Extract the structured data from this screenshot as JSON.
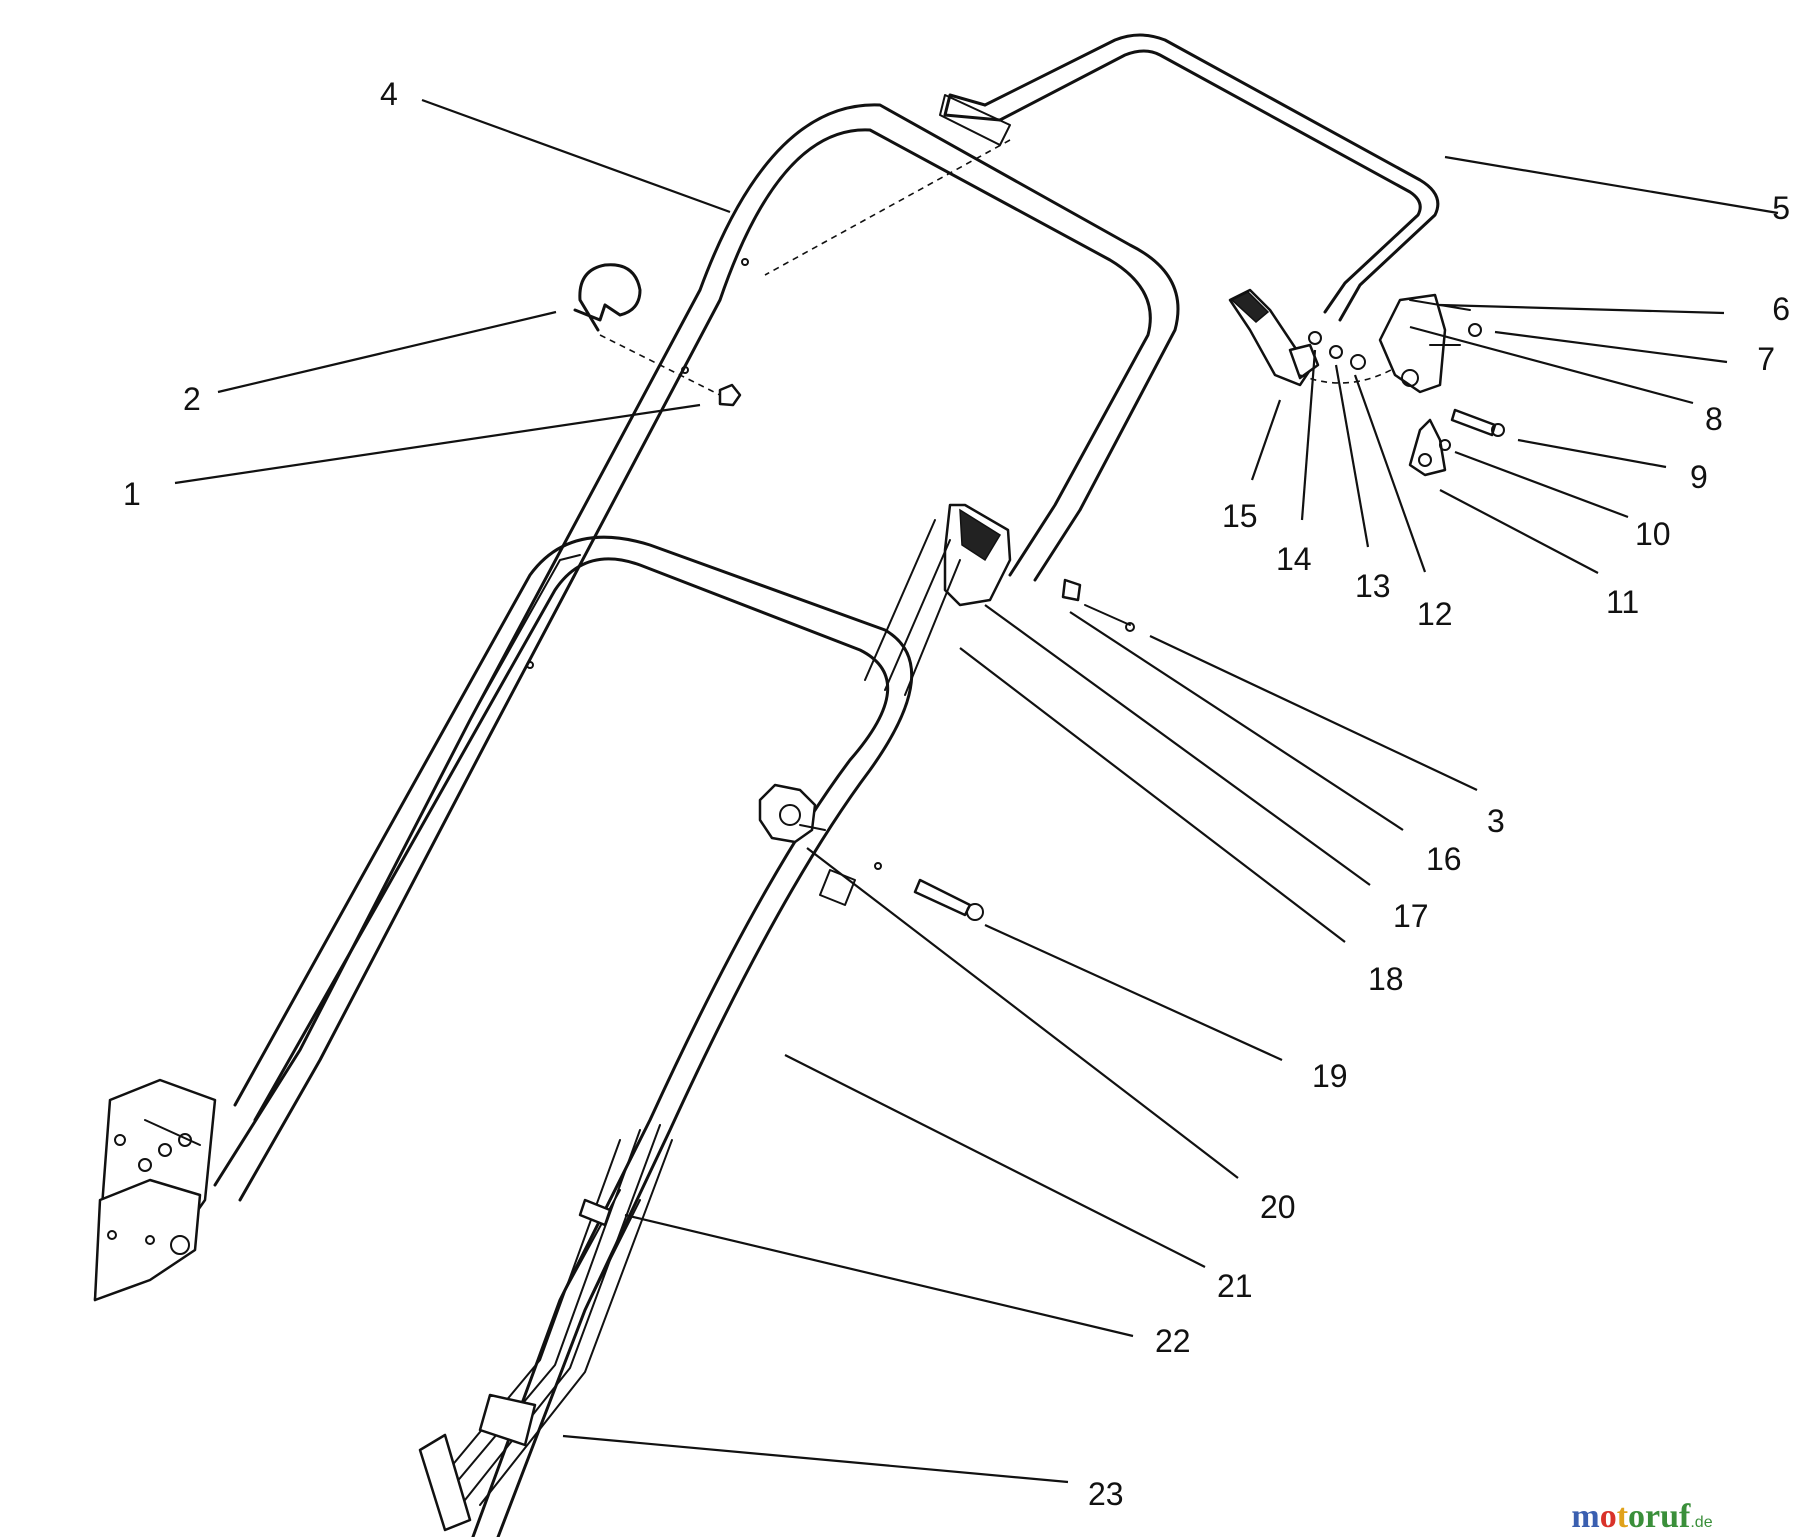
{
  "diagram": {
    "callouts": [
      "1",
      "2",
      "3",
      "4",
      "5",
      "6",
      "7",
      "8",
      "9",
      "10",
      "11",
      "12",
      "13",
      "14",
      "15",
      "16",
      "17",
      "18",
      "19",
      "20",
      "21",
      "22",
      "23"
    ]
  },
  "watermark": {
    "text": "motoruf",
    "suffix": ".de"
  },
  "colors": {
    "line": "#111111",
    "background": "#ffffff",
    "watermark_m": "#3a5fb0",
    "watermark_o": "#d9322a",
    "watermark_t": "#e0a21a",
    "watermark_rest": "#3a8f3a"
  }
}
